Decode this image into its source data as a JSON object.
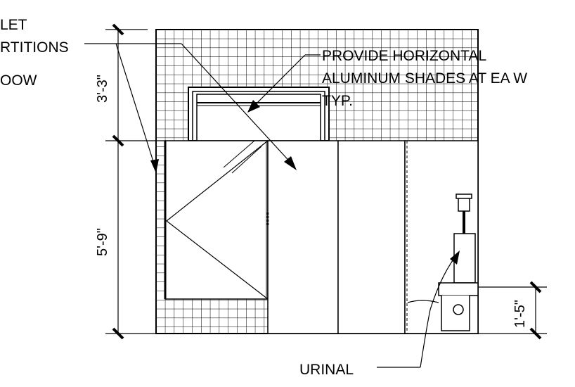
{
  "labels": {
    "left_line1": "LET",
    "left_line2": "RTITIONS",
    "left_line3": "OOW",
    "shades_line1": "PROVIDE HORIZONTAL",
    "shades_line2": "ALUMINUM SHADES AT EA W",
    "shades_line3": "TYP.",
    "urinal": "URINAL"
  },
  "dimensions": {
    "upper": "3'-3\"",
    "lower": "5'-9\"",
    "urinal_height": "1'-5\""
  },
  "colors": {
    "line": "#000000",
    "background": "#ffffff"
  }
}
